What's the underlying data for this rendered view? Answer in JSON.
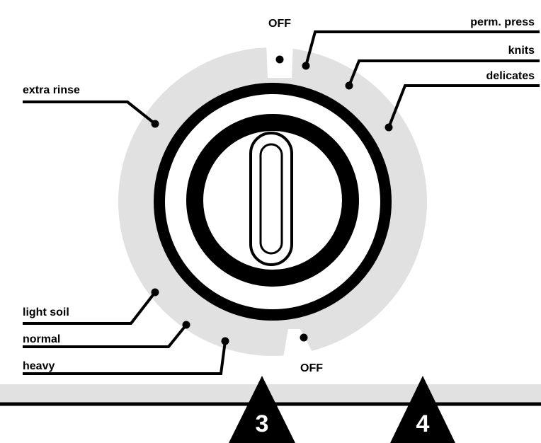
{
  "dial": {
    "labels": {
      "off_top": "OFF",
      "off_bottom": "OFF",
      "perm_press": "perm. press",
      "knits": "knits",
      "delicates": "delicates",
      "extra_rinse": "extra rinse",
      "light_soil": "light soil",
      "normal": "normal",
      "heavy": "heavy"
    }
  },
  "steps": {
    "left": "3",
    "right": "4"
  },
  "colors": {
    "ink": "#000000",
    "dial_face": "#e1e1e1",
    "panel_strip": "#e1e1e1",
    "background": "#ffffff"
  }
}
